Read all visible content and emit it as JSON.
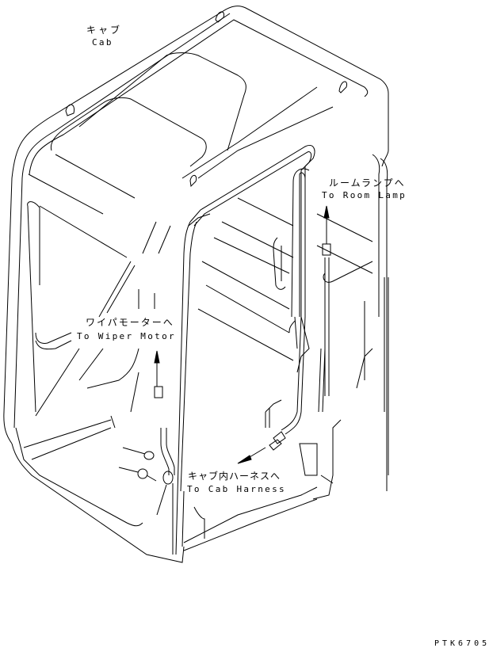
{
  "diagram": {
    "subject": "Cab",
    "line_color": "#000000",
    "background": "#ffffff"
  },
  "labels": {
    "cab": {
      "jp": "キャブ",
      "en": "Cab"
    },
    "room_lamp": {
      "jp": "ルームランプへ",
      "en": "To Room Lamp"
    },
    "wiper_motor": {
      "jp": "ワイパモーターへ",
      "en": "To Wiper Motor"
    },
    "cab_harness": {
      "jp": "キャブ内ハーネスへ",
      "en": "To Cab Harness"
    }
  },
  "drawing_code": "PTK6705",
  "arrows": [
    {
      "name": "room-lamp-arrow",
      "direction": "up"
    },
    {
      "name": "wiper-motor-arrow",
      "direction": "up"
    },
    {
      "name": "cab-harness-arrow",
      "direction": "down-left"
    }
  ]
}
